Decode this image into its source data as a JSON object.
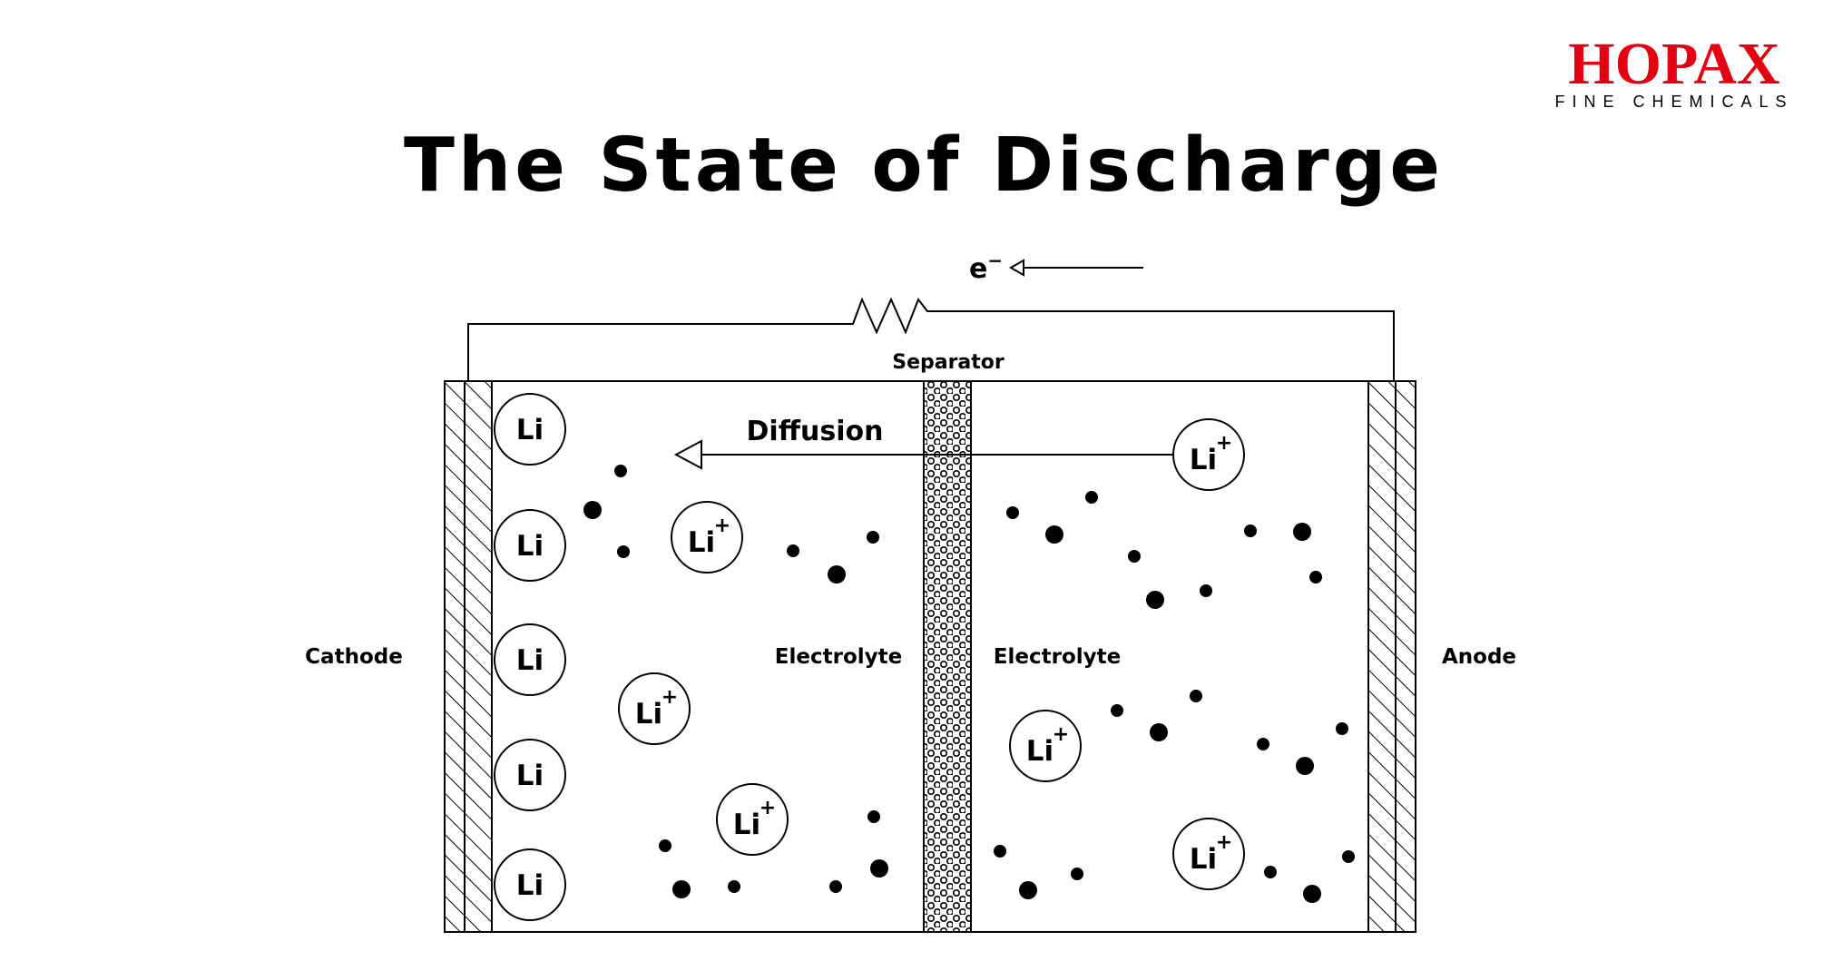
{
  "brand": {
    "name": "HOPAX",
    "tagline": "FINE CHEMICALS",
    "color": "#e60012"
  },
  "title": "The State of Discharge",
  "labels": {
    "electron": "e",
    "electron_sup": "−",
    "separator": "Separator",
    "diffusion": "Diffusion",
    "cathode": "Cathode",
    "anode": "Anode",
    "electrolyte_left": "Electrolyte",
    "electrolyte_right": "Electrolyte"
  },
  "lithium": {
    "atom_label": "Li",
    "ion_label": "Li",
    "ion_charge": "+"
  },
  "colors": {
    "ink": "#000000",
    "background": "#ffffff"
  }
}
